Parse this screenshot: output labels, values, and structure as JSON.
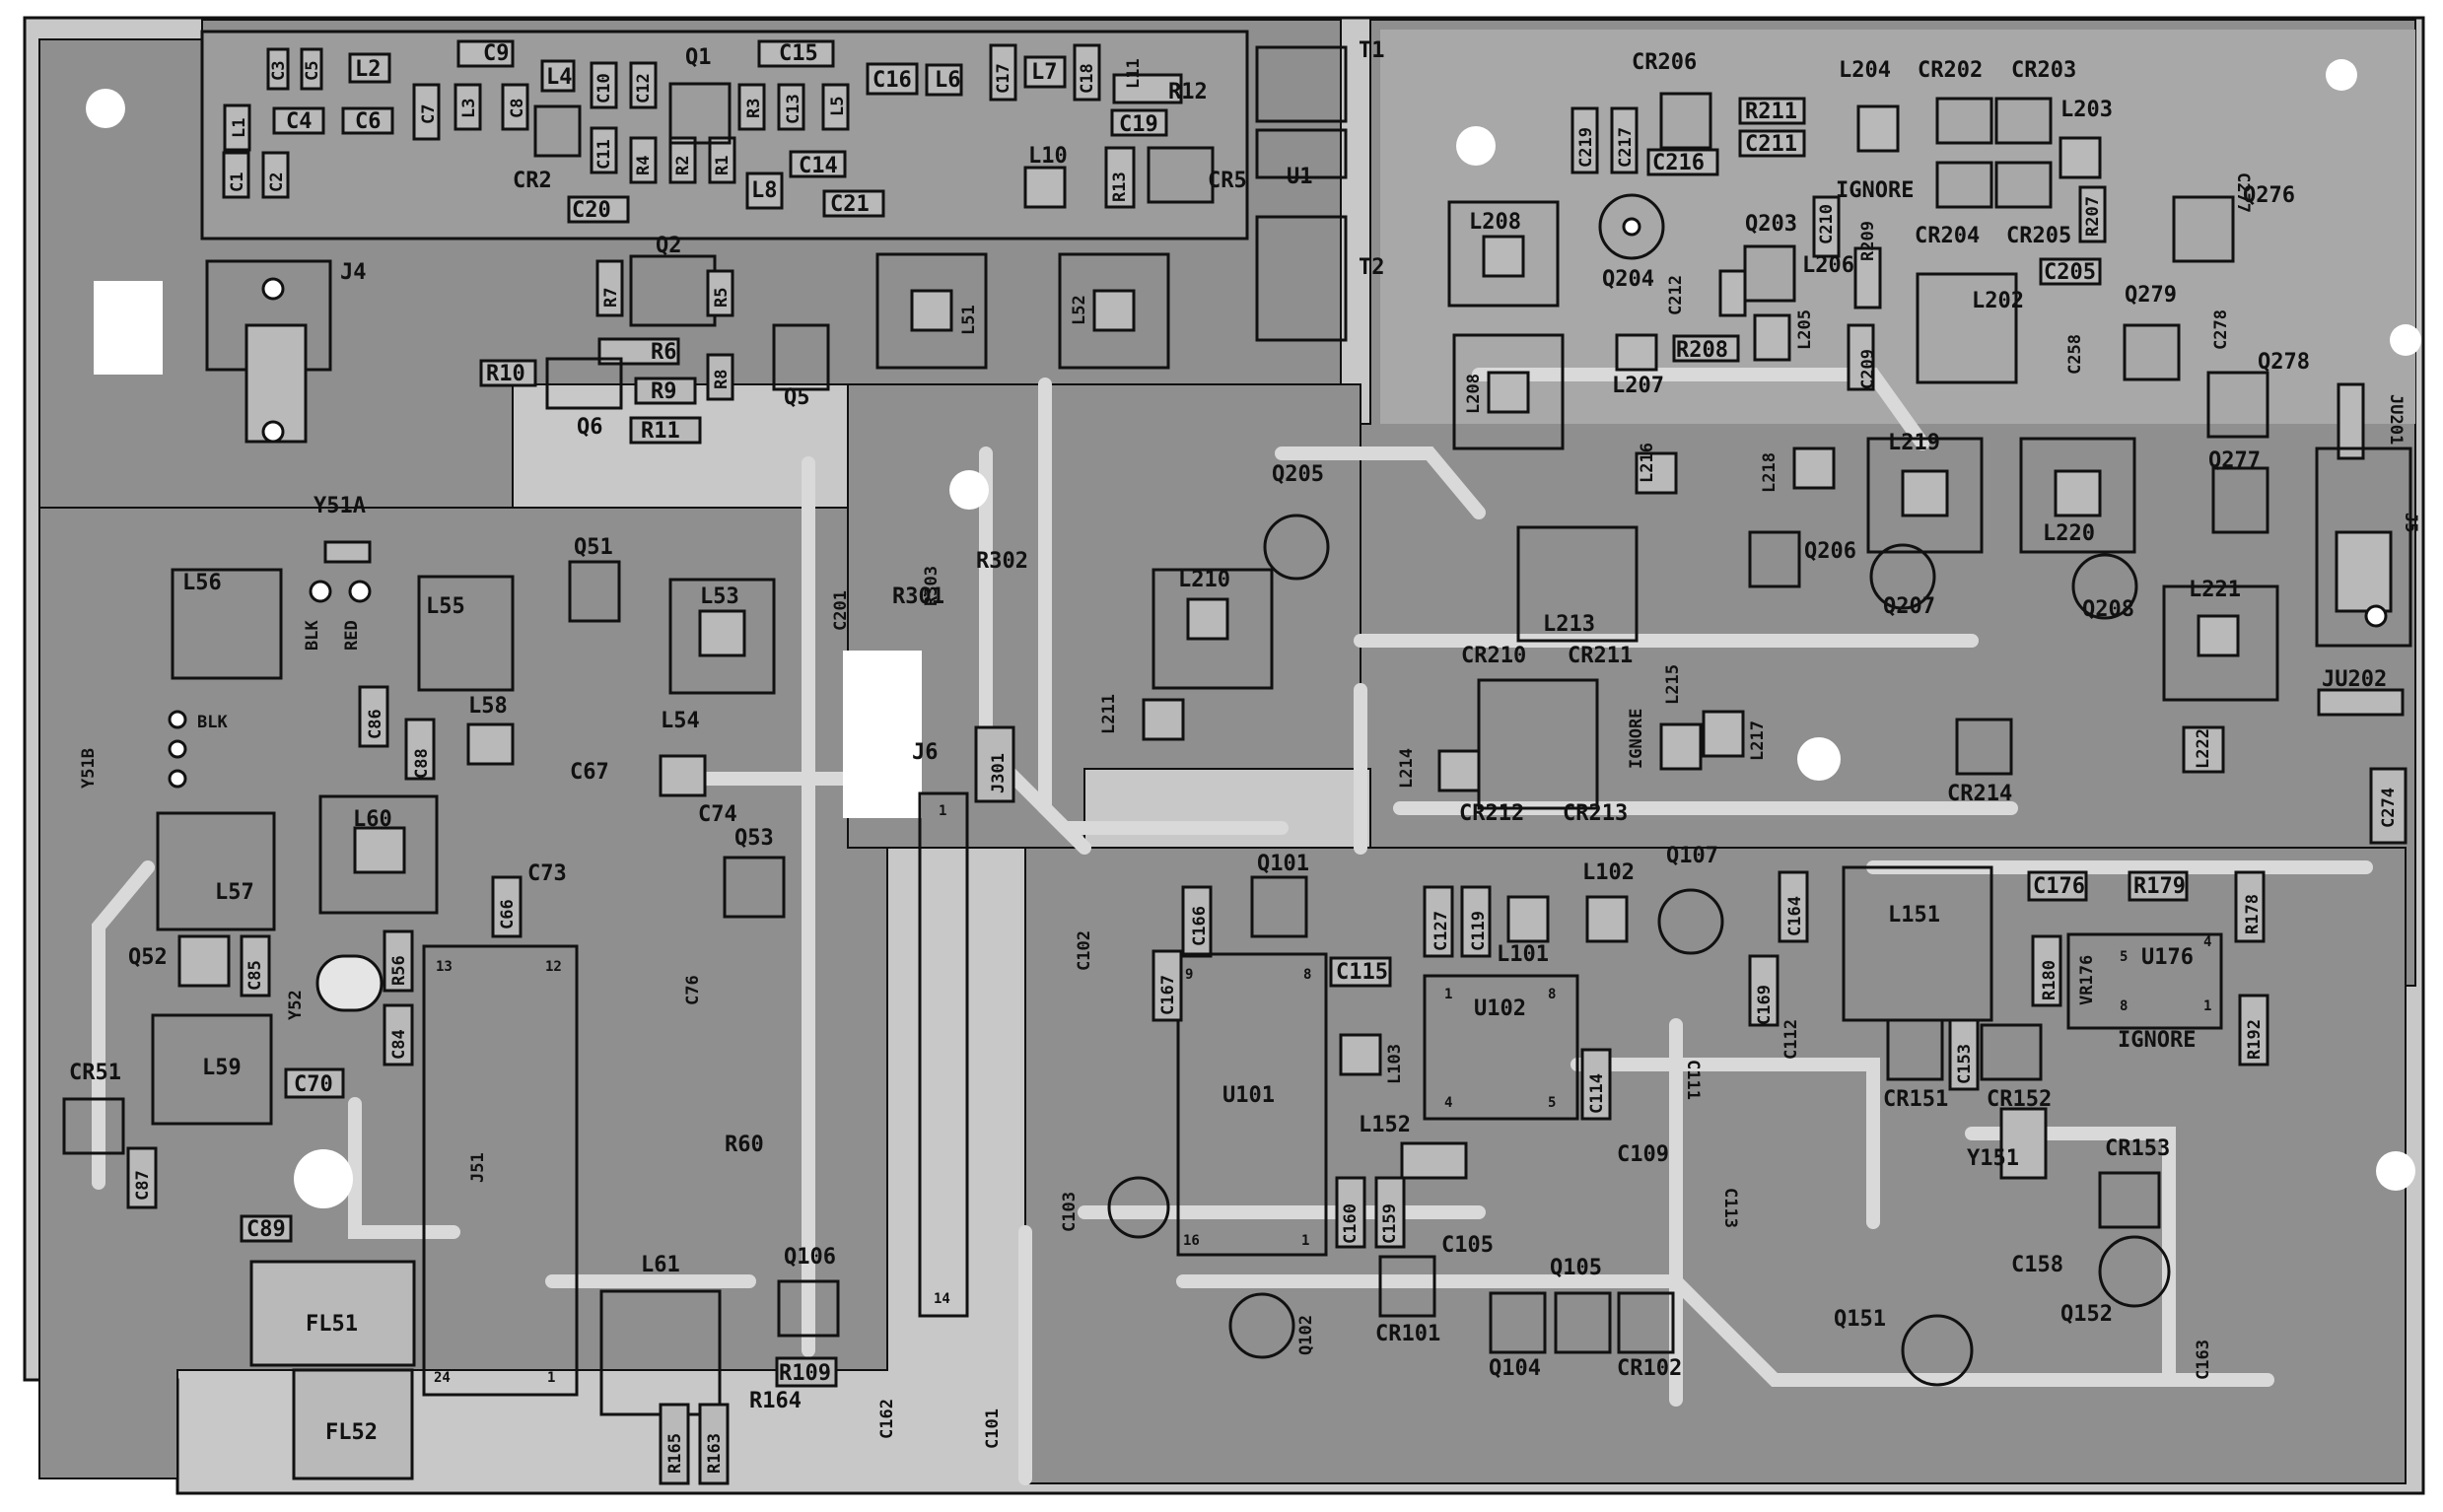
{
  "board": {
    "colors": {
      "copper": "#8f8f8f",
      "copper_dark": "#6e6e6e",
      "substrate": "#c8c8c8",
      "silk": "#111111",
      "trace_light": "#d9d9d9"
    }
  },
  "labels": {
    "C3": "C3",
    "C5": "C5",
    "L2": "L2",
    "C9": "C9",
    "L4": "L4",
    "Q1": "Q1",
    "C15": "C15",
    "T1": "T1",
    "L1": "L1",
    "C4": "C4",
    "C6": "C6",
    "C7": "C7",
    "L3": "L3",
    "C8": "C8",
    "C10": "C10",
    "C12": "C12",
    "R3": "R3",
    "C13": "C13",
    "L5": "L5",
    "C16": "C16",
    "L6": "L6",
    "C17": "C17",
    "L7": "L7",
    "C18": "C18",
    "L11": "L11",
    "R12": "R12",
    "C19": "C19",
    "C1": "C1",
    "C2": "C2",
    "CR2": "CR2",
    "C11": "C11",
    "R4": "R4",
    "R2": "R2",
    "R1": "R1",
    "L8": "L8",
    "C14": "C14",
    "C21": "C21",
    "L10": "L10",
    "R13": "R13",
    "CR5": "CR5",
    "U1": "U1",
    "C20": "C20",
    "T2": "T2",
    "Q2": "Q2",
    "J4": "J4",
    "R7": "R7",
    "R5": "R5",
    "R6": "R6",
    "R10": "R10",
    "R9": "R9",
    "R8": "R8",
    "Q5": "Q5",
    "Q6": "Q6",
    "R11": "R11",
    "L51": "L51",
    "L52": "L52",
    "CR206": "CR206",
    "L204": "L204",
    "CR202": "CR202",
    "CR203": "CR203",
    "C219": "C219",
    "C217": "C217",
    "C216": "C216",
    "R211": "R211",
    "C211": "C211",
    "IGNORE_1": "IGNORE",
    "L203": "L203",
    "C277": "C277",
    "Q276": "Q276",
    "L208_1": "L208",
    "Q204": "Q204",
    "Q203": "Q203",
    "C210": "C210",
    "R209": "R209",
    "CR204": "CR204",
    "CR205": "CR205",
    "R207": "R207",
    "C205": "C205",
    "C212": "C212",
    "L206": "L206",
    "L205": "L205",
    "L202": "L202",
    "Q279": "Q279",
    "C278": "C278",
    "L207": "L207",
    "R208": "R208",
    "C209": "C209",
    "C258": "C258",
    "Q278": "Q278",
    "L208_2": "L208",
    "JU201": "JU201",
    "Q277": "Q277",
    "J5": "J5",
    "Y51A": "Y51A",
    "L56": "L56",
    "BLK_1": "BLK",
    "RED": "RED",
    "L55": "L55",
    "Q51": "Q51",
    "L53": "L53",
    "C201": "C201",
    "R303": "R303",
    "R302": "R302",
    "R301": "R301",
    "Q205": "Q205",
    "L210": "L210",
    "L216": "L216",
    "L218": "L218",
    "L219": "L219",
    "L220": "L220",
    "Q206": "Q206",
    "L213": "L213",
    "Q207": "Q207",
    "Q208": "Q208",
    "L221": "L221",
    "CR210": "CR210",
    "CR211": "CR211",
    "L215": "L215",
    "IGNORE_2": "IGNORE",
    "L217": "L217",
    "L214": "L214",
    "L211": "L211",
    "JU202": "JU202",
    "C274": "C274",
    "L222": "L222",
    "CR212": "CR212",
    "CR213": "CR213",
    "CR214": "CR214",
    "Y51B": "Y51B",
    "BLK_2": "BLK",
    "C86": "C86",
    "L58": "L58",
    "C88": "C88",
    "L54": "L54",
    "C67": "C67",
    "J6": "J6",
    "J301": "J301",
    "C74": "C74",
    "L60": "L60",
    "Q53": "Q53",
    "C73": "C73",
    "L57": "L57",
    "C66": "C66",
    "C76": "C76",
    "Q101": "Q101",
    "L102": "L102",
    "Q107": "Q107",
    "C164": "C164",
    "L151": "L151",
    "C176": "C176",
    "R179": "R179",
    "R178": "R178",
    "C102": "C102",
    "C166": "C166",
    "C127": "C127",
    "C119": "C119",
    "L101": "L101",
    "R180": "R180",
    "VR176": "VR176",
    "U176": "U176",
    "Q52": "Q52",
    "C85": "C85",
    "R56": "R56",
    "Y52": "Y52",
    "C115": "C115",
    "C167": "C167",
    "U102": "U102",
    "C169": "C169",
    "R192": "R192",
    "L59": "L59",
    "CR51": "CR51",
    "C84": "C84",
    "L103": "L103",
    "C153": "C153",
    "IGNORE_3": "IGNORE",
    "C70": "C70",
    "C114": "C114",
    "C111": "C111",
    "C112": "C112",
    "CR151": "CR151",
    "CR152": "CR152",
    "U101": "U101",
    "C87": "C87",
    "R60": "R60",
    "J51": "J51",
    "L152": "L152",
    "Y151": "Y151",
    "CR153": "CR153",
    "C103": "C103",
    "C109": "C109",
    "C113": "C113",
    "C89": "C89",
    "C160": "C160",
    "C159": "C159",
    "C105": "C105",
    "L61": "L61",
    "Q106": "Q106",
    "Q105": "Q105",
    "C158": "C158",
    "FL51": "FL51",
    "Q102": "Q102",
    "CR101": "CR101",
    "Q151": "Q151",
    "Q152": "Q152",
    "Q104": "Q104",
    "CR102": "CR102",
    "C163": "C163",
    "R109": "R109",
    "C162": "C162",
    "FL52": "FL52",
    "R164": "R164",
    "R165": "R165",
    "R163": "R163",
    "C101": "C101"
  },
  "pins": {
    "p13": "13",
    "p12": "12",
    "p24": "24",
    "p1a": "1",
    "p9": "9",
    "p8": "8",
    "p16": "16",
    "p1b": "1",
    "p1c": "1",
    "p8b": "8",
    "p4": "4",
    "p5": "5",
    "p5b": "5",
    "p4b": "4",
    "p8c": "8",
    "p1d": "1",
    "p1e": "1",
    "p14": "14"
  }
}
